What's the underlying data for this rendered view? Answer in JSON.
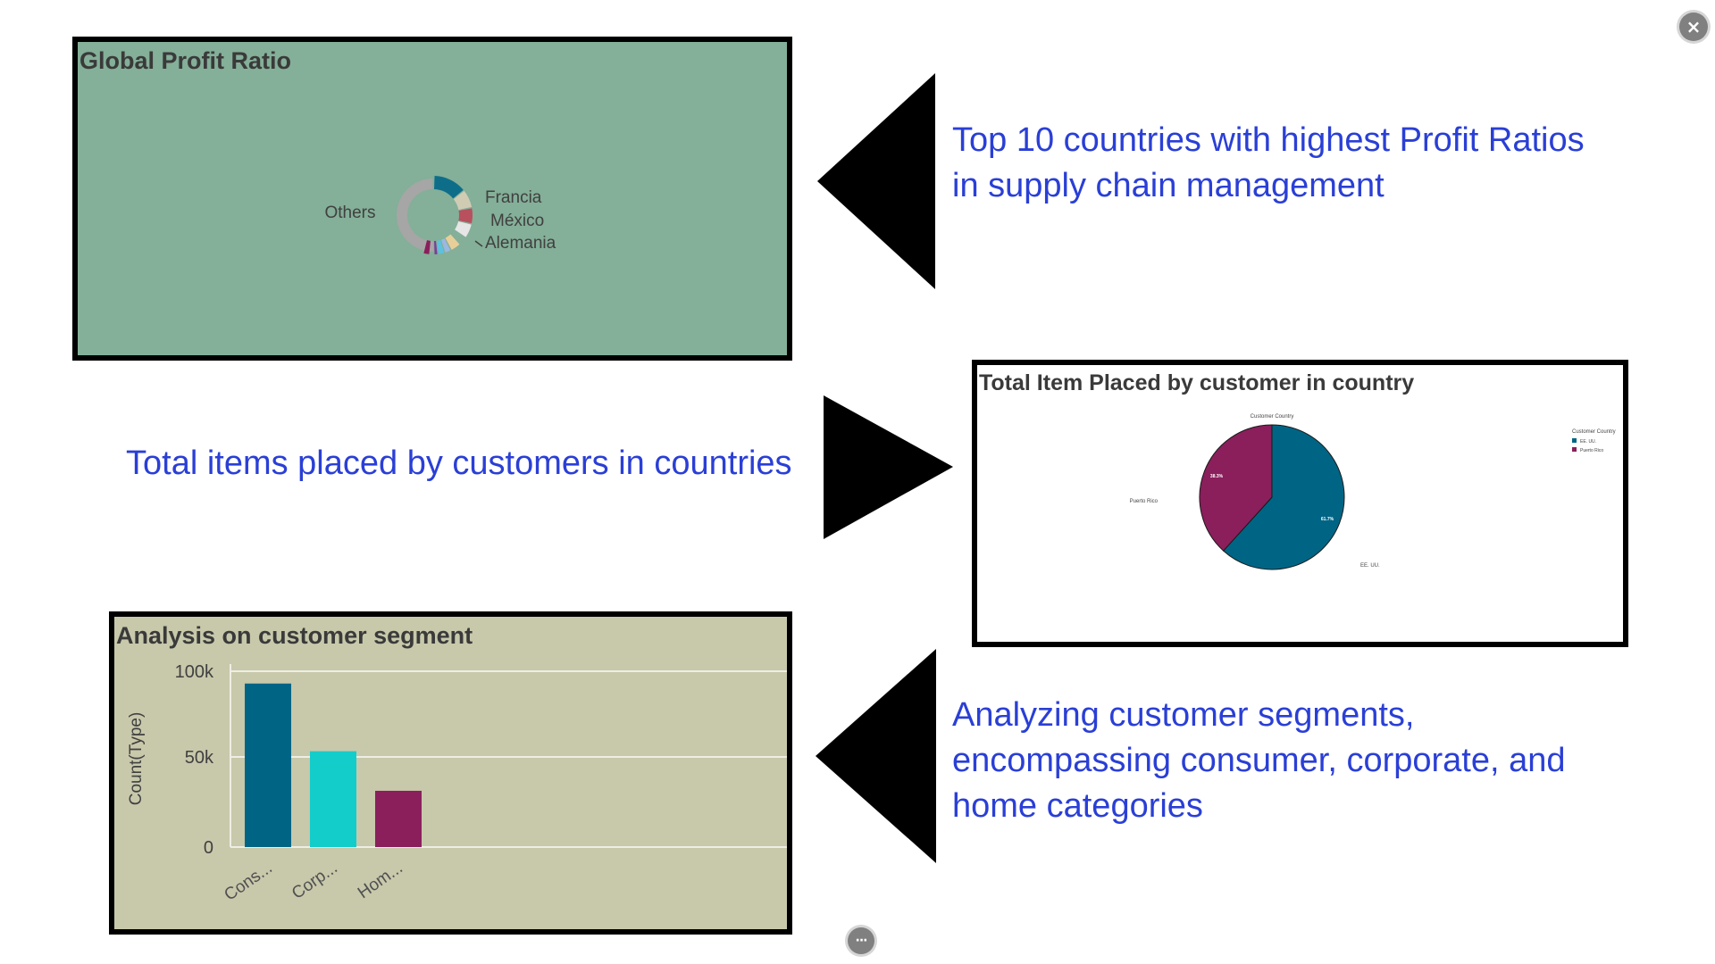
{
  "close_button": {
    "label": "×",
    "icon": "close-icon"
  },
  "more_button": {
    "label": "···",
    "icon": "more-icon"
  },
  "profit_ratio_chart": {
    "title": "Global Profit Ratio",
    "chart_data": {
      "type": "pie",
      "title": "Global Profit Ratio",
      "labels": [
        "Francia",
        "México",
        "Alemania",
        "Others"
      ],
      "colors": {
        "segment_1": "#0e6e8a",
        "segment_2": "#d0ccb4",
        "segment_3": "#b8505e",
        "segment_4": "#e6e6e6",
        "segment_5": "#e8cf9a",
        "segment_6": "#9bb8e0",
        "segment_7": "#5cc2e0",
        "segment_8": "#7a3f9a",
        "segment_9": "#8a1f5c",
        "others": "#a6a6a6"
      }
    }
  },
  "items_chart": {
    "title": "Total Item Placed by customer in country",
    "chart_data": {
      "type": "pie",
      "title": "Customer Country",
      "legend_title": "Customer Country",
      "legend_position": "top-right",
      "labels": [
        "EE. UU.",
        "Puerto Rico"
      ],
      "values": [
        61.7,
        38.3
      ],
      "value_labels": [
        "61.7%",
        "38.3%"
      ],
      "colors": [
        "#006585",
        "#8a1f5c"
      ]
    }
  },
  "segment_chart": {
    "title": "Analysis on customer segment",
    "chart_data": {
      "type": "bar",
      "title": "Analysis on customer segment",
      "ylabel": "Count(Type)",
      "xlabel": "",
      "categories": [
        "Cons...",
        "Corp...",
        "Hom..."
      ],
      "values": [
        93000,
        54500,
        32000
      ],
      "colors": [
        "#006585",
        "#13cdca",
        "#8a1f5c"
      ],
      "yticks": [
        "100k",
        "50k",
        "0"
      ],
      "ylim": [
        0,
        100000
      ],
      "grid": true
    }
  },
  "captions": {
    "profit": {
      "line1": "Top 10 countries with highest Profit Ratios",
      "line2": "in supply chain management"
    },
    "items": "Total items placed by customers in countries",
    "segment": {
      "line1": "Analyzing customer segments,",
      "line2": "encompassing consumer, corporate, and",
      "line3": "home categories"
    }
  },
  "arrows": {
    "arrow_1": "left-pointing-triangle",
    "arrow_2": "right-pointing-triangle",
    "arrow_3": "left-pointing-triangle"
  }
}
